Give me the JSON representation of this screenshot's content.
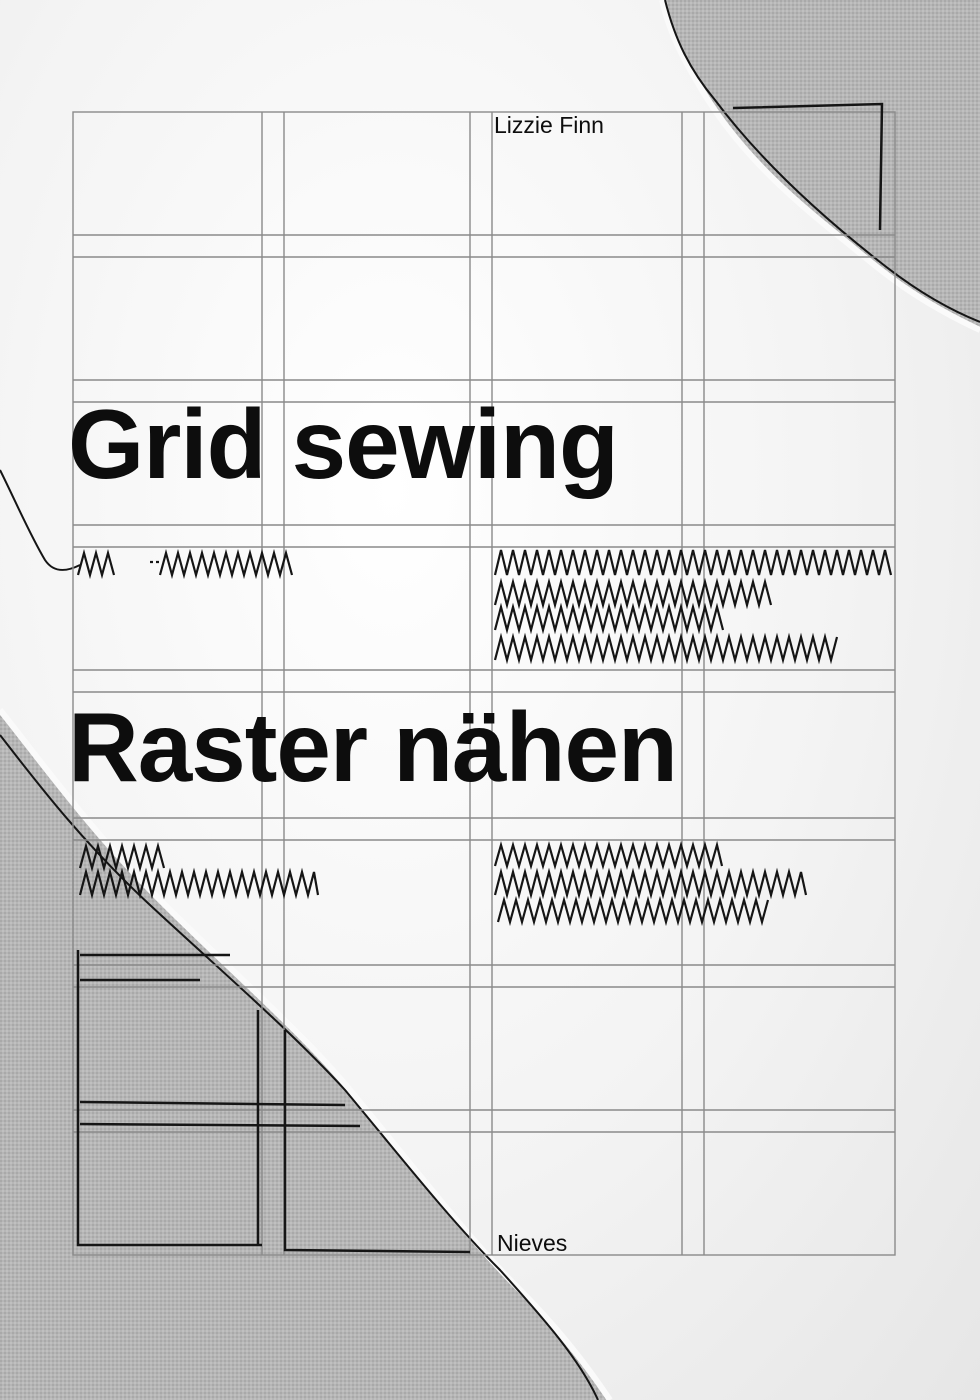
{
  "cover": {
    "author": "Lizzie Finn",
    "title_en": "Grid sewing",
    "title_de": "Raster nähen",
    "publisher": "Nieves"
  },
  "colors": {
    "paper": "#f7f7f7",
    "fabric": "#b3b3b3",
    "grid": "#8a8a8a",
    "ink": "#0d0d0d"
  }
}
